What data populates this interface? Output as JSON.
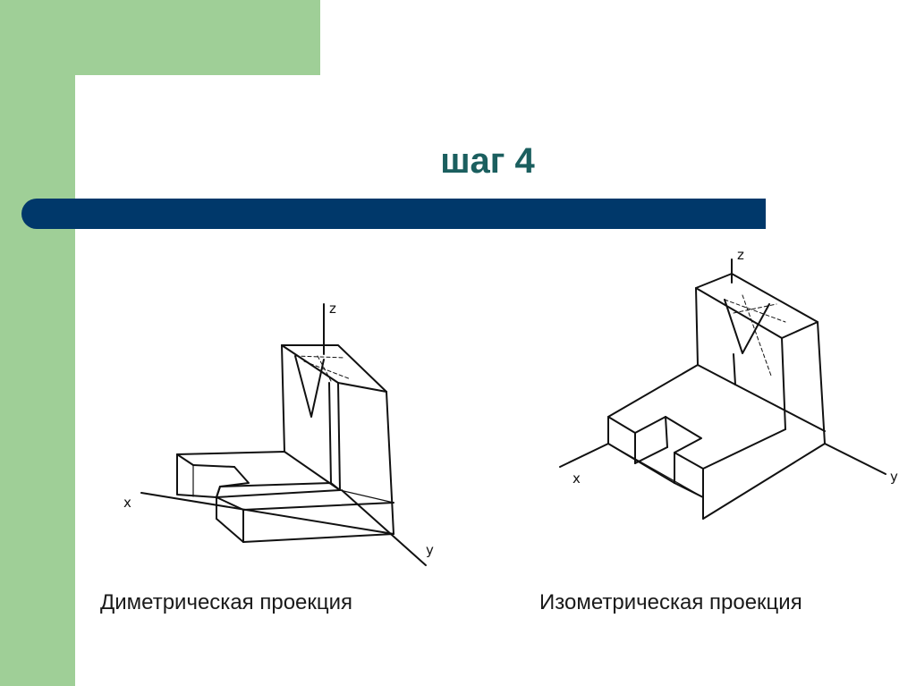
{
  "slide": {
    "title": "шаг 4",
    "captions": {
      "left": "Диметрическая проекция",
      "right": "Изометрическая проекция"
    }
  },
  "diagrams": {
    "dimetric": {
      "axis_labels": {
        "x": "x",
        "y": "y",
        "z": "z"
      }
    },
    "isometric": {
      "axis_labels": {
        "x": "x",
        "y": "y",
        "z": "z"
      }
    }
  },
  "colors": {
    "green_panel": "#9fcf97",
    "title_text": "#1b5f5f",
    "title_bar": "#00386a"
  }
}
